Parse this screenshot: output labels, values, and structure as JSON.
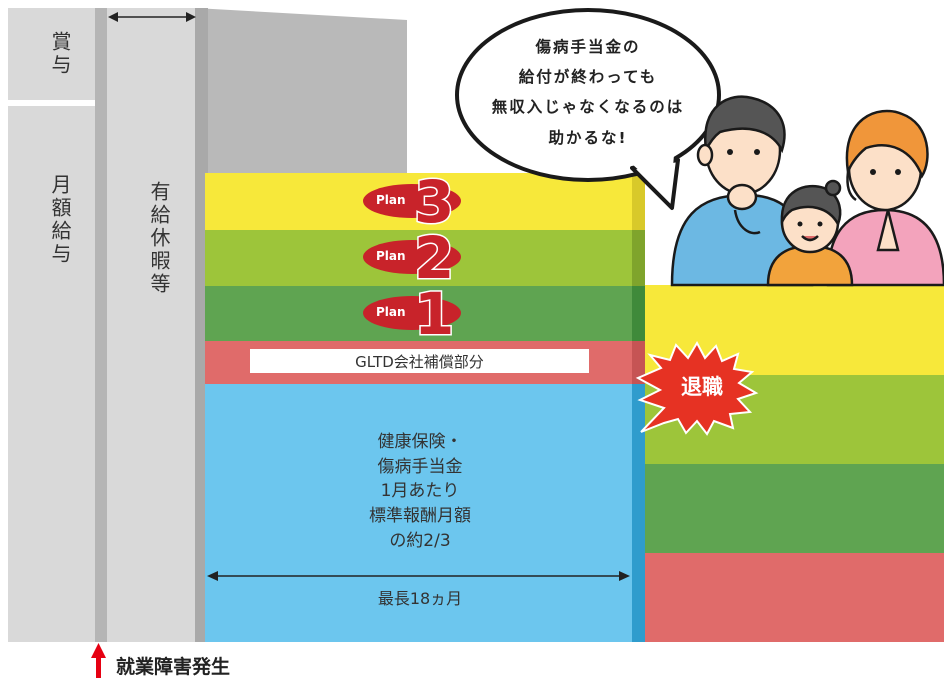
{
  "columns": {
    "bonus": "賞与",
    "monthly_salary": "月額給与",
    "paid_leave": "有給休暇等"
  },
  "plans": [
    {
      "word": "Plan",
      "number": "3"
    },
    {
      "word": "Plan",
      "number": "2"
    },
    {
      "word": "Plan",
      "number": "1"
    }
  ],
  "gltd_label": "GLTD会社補償部分",
  "health_insurance_text": [
    "健康保険・",
    "傷病手当金",
    "1月あたり",
    "標準報酬月額",
    "の約2/3"
  ],
  "duration_label": "最長18ヵ月",
  "retirement_badge": "退職",
  "speech_bubble": [
    "傷病手当金の",
    "給付が終わっても",
    "無収入じゃなくなるのは",
    "助かるな!"
  ],
  "onset_label": "就業障害発生",
  "colors": {
    "yellow": "#f7e83a",
    "light_green": "#9dc53a",
    "green": "#5fa451",
    "salmon": "#e06b6a",
    "blue": "#6cc6ee",
    "gray": "#d9d9d9",
    "dark_red": "#c8232a"
  }
}
